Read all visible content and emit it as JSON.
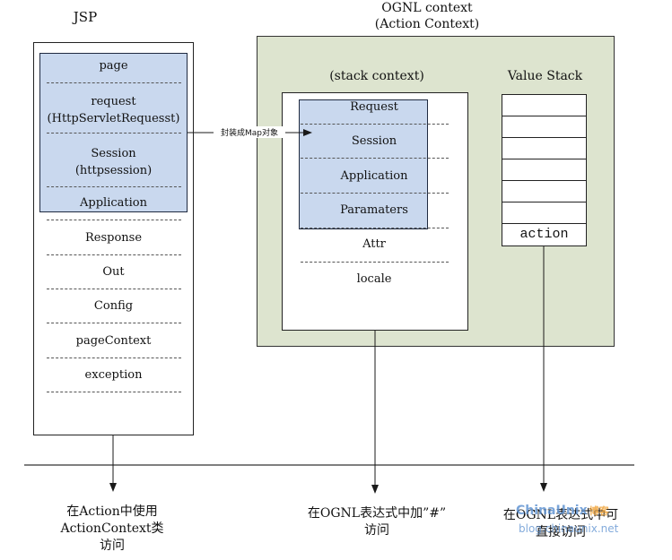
{
  "jsp": {
    "title": "JSP",
    "items": [
      "page",
      "request\n(HttpServletRequesst)",
      "Session\n(httpsession)",
      "Application",
      "Response",
      "Out",
      "Config",
      "pageContext",
      "exception"
    ]
  },
  "ognl": {
    "title_line1": "OGNL context",
    "title_line2": "(Action Context)",
    "stack_context_title": "(stack context)",
    "stack_items": [
      "Request",
      "Session",
      "Application",
      "Paramaters",
      "Attr",
      "locale"
    ],
    "value_stack_title": "Value Stack",
    "value_stack_top": "action"
  },
  "arrow_label": "封装成Map对象",
  "bottom": {
    "left": "在Action中使用\nActionContext类\n访问",
    "middle": "在OGNL表达式中加”#”\n访问",
    "right": "在OGNL表达式中可\n直接访问"
  },
  "watermark": {
    "logo": "ChinaUnix",
    "logo_suffix": "博客",
    "url": "blog.chinaunix.net"
  },
  "colors": {
    "blue_fill": "#c9d8ee",
    "green_fill": "#dde4cf",
    "watermark_blue": "#5a8fd0",
    "watermark_orange": "#f0a030"
  }
}
